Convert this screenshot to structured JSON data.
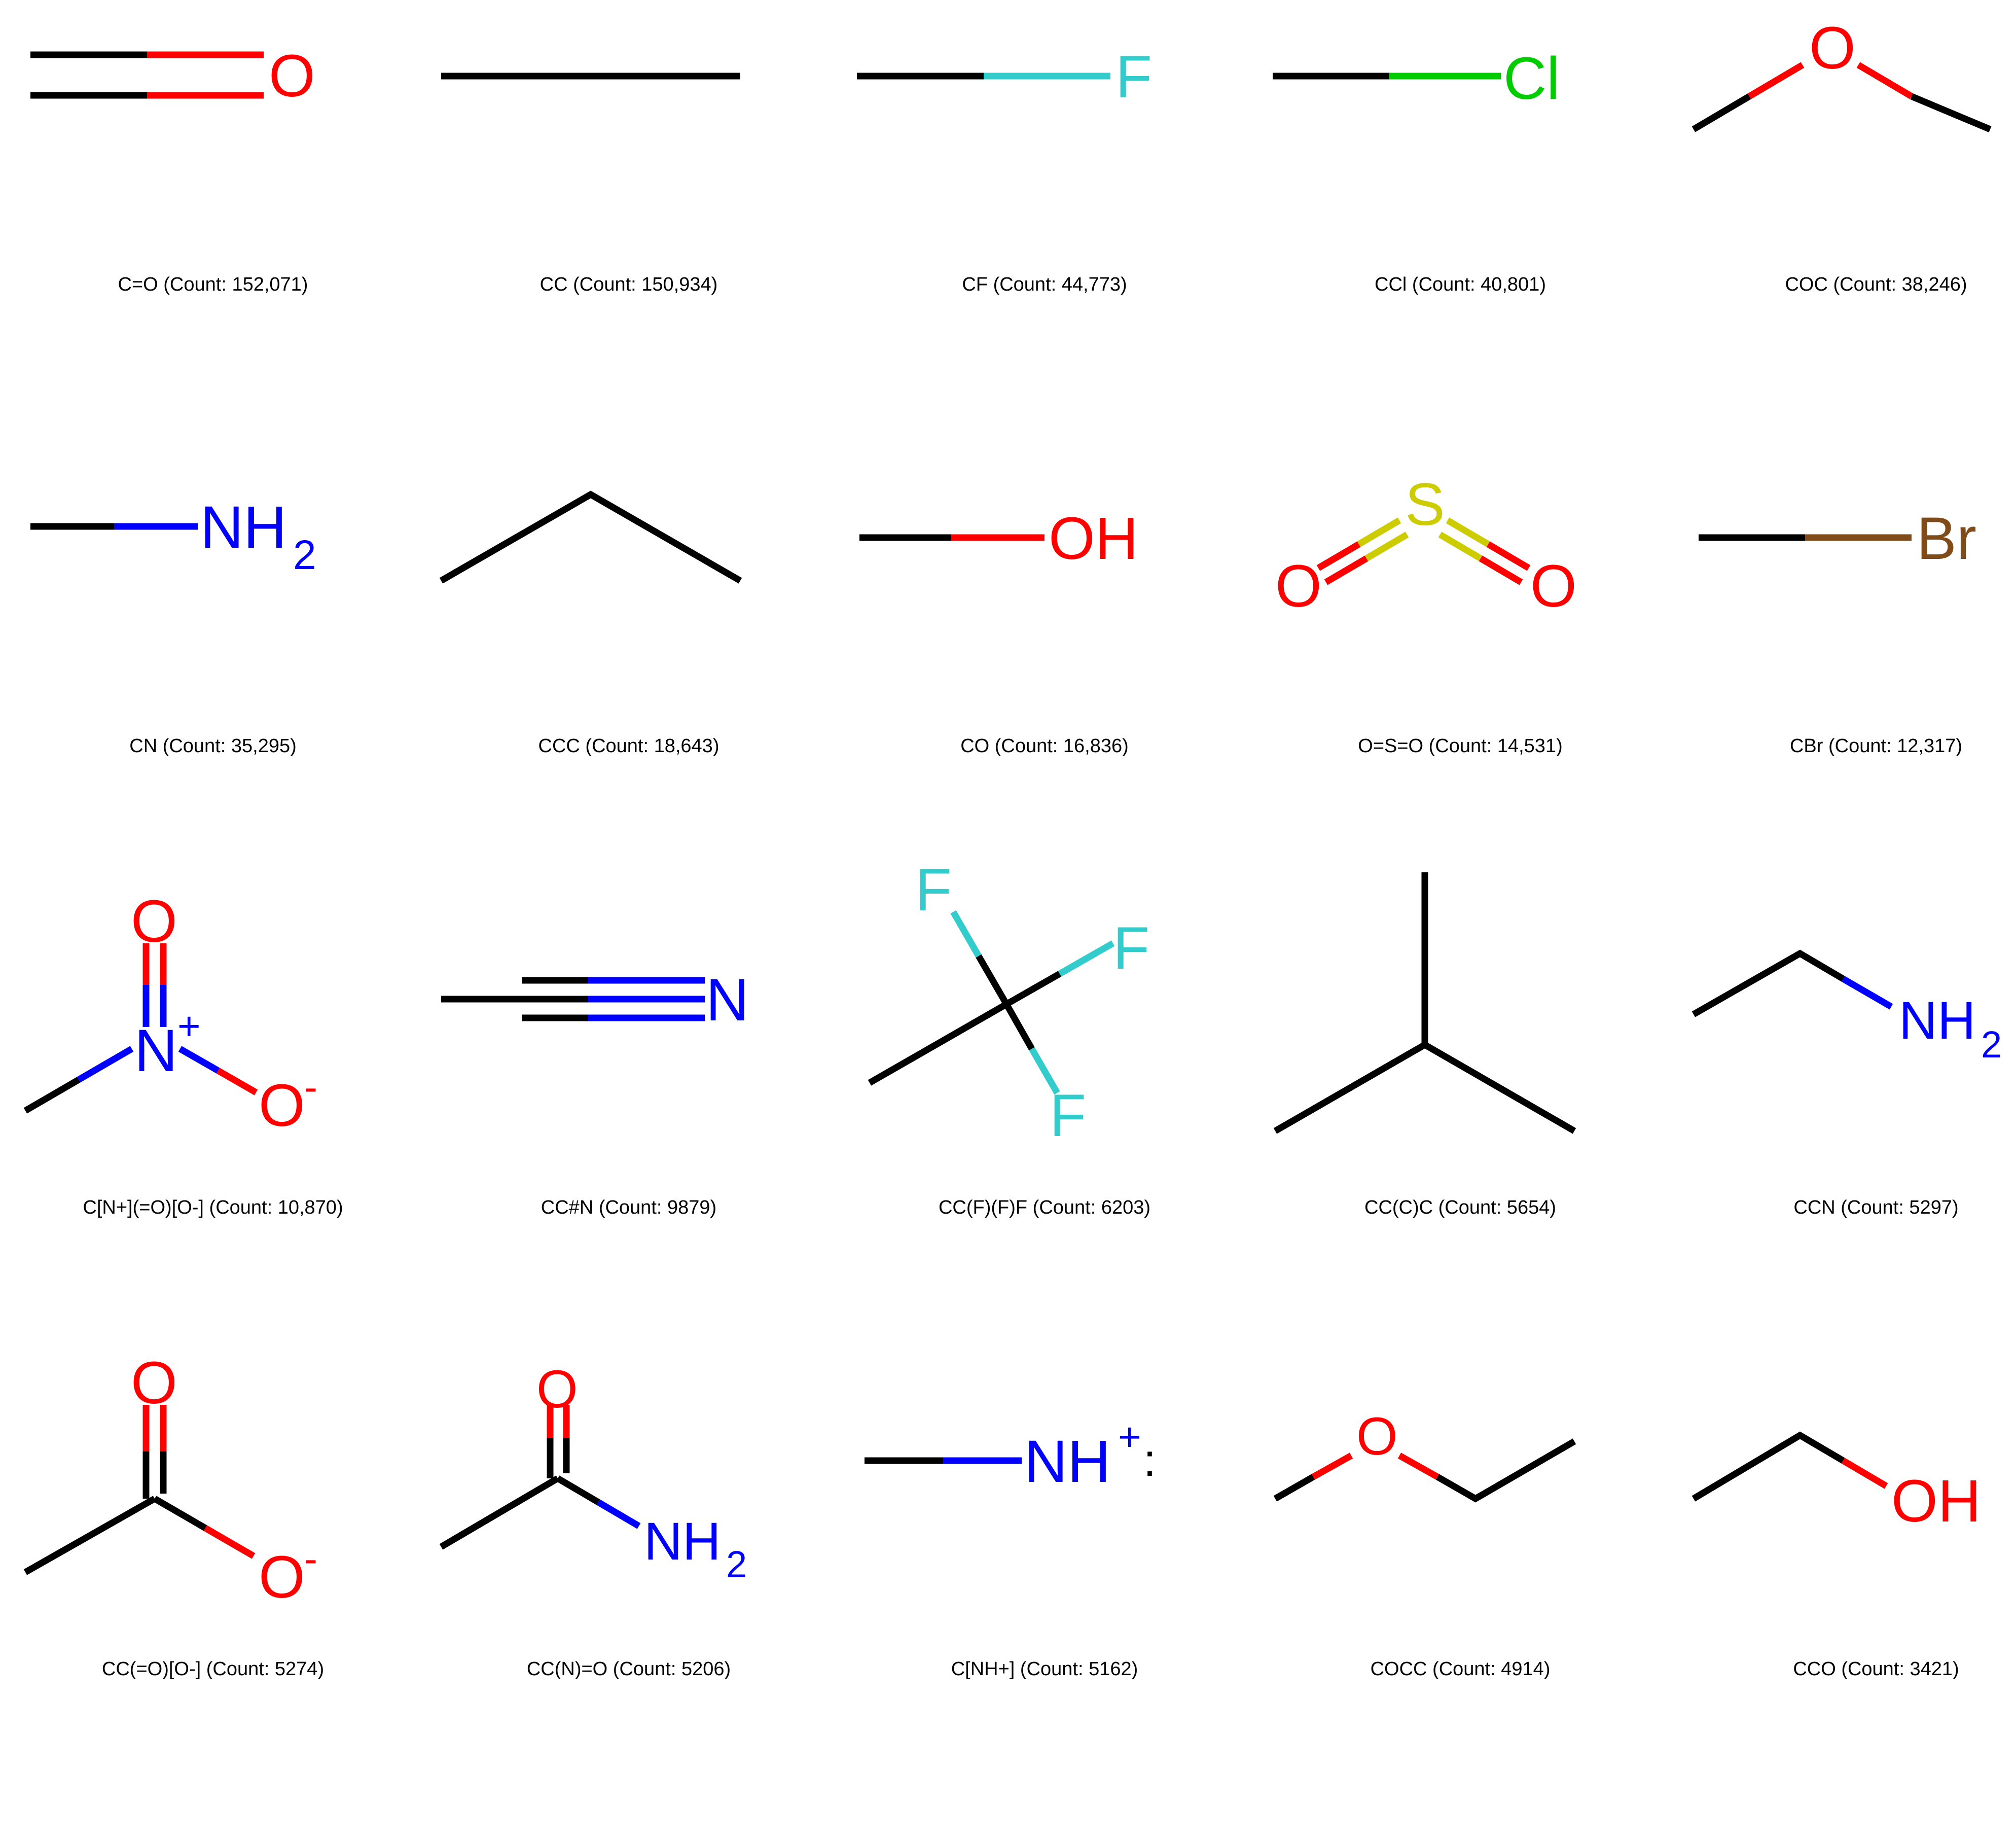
{
  "colors": {
    "carbon": "#000000",
    "oxygen": "#ff0000",
    "nitrogen": "#0000ff",
    "fluorine": "#33cccc",
    "chlorine": "#00cc00",
    "bromine": "#7f4c19",
    "sulfur": "#cccc00"
  },
  "fragments": [
    {
      "id": "co",
      "smiles": "C=O",
      "count": "152,071",
      "caption": "C=O (Count: 152,071)",
      "atoms": [
        "O"
      ]
    },
    {
      "id": "cc",
      "smiles": "CC",
      "count": "150,934",
      "caption": "CC (Count: 150,934)",
      "atoms": []
    },
    {
      "id": "cf",
      "smiles": "CF",
      "count": "44,773",
      "caption": "CF (Count: 44,773)",
      "atoms": [
        "F"
      ]
    },
    {
      "id": "ccl",
      "smiles": "CCl",
      "count": "40,801",
      "caption": "CCl (Count: 40,801)",
      "atoms": [
        "Cl"
      ]
    },
    {
      "id": "coc",
      "smiles": "COC",
      "count": "38,246",
      "caption": "COC (Count: 38,246)",
      "atoms": [
        "O"
      ]
    },
    {
      "id": "cn",
      "smiles": "CN",
      "count": "35,295",
      "caption": "CN (Count: 35,295)",
      "atoms": [
        "NH",
        "2"
      ]
    },
    {
      "id": "ccc",
      "smiles": "CCC",
      "count": "18,643",
      "caption": "CCC (Count: 18,643)",
      "atoms": []
    },
    {
      "id": "coh",
      "smiles": "CO",
      "count": "16,836",
      "caption": "CO (Count: 16,836)",
      "atoms": [
        "OH"
      ]
    },
    {
      "id": "oso",
      "smiles": "O=S=O",
      "count": "14,531",
      "caption": "O=S=O (Count: 14,531)",
      "atoms": [
        "S",
        "O",
        "O"
      ]
    },
    {
      "id": "cbr",
      "smiles": "CBr",
      "count": "12,317",
      "caption": "CBr (Count: 12,317)",
      "atoms": [
        "Br"
      ]
    },
    {
      "id": "nitro",
      "smiles": "C[N+](=O)[O-]",
      "count": "10,870",
      "caption": "C[N+](=O)[O-] (Count: 10,870)",
      "atoms": [
        "O",
        "N",
        "+",
        "O",
        "-"
      ]
    },
    {
      "id": "nitrile",
      "smiles": "CC#N",
      "count": "9879",
      "caption": "CC#N (Count: 9879)",
      "atoms": [
        "N"
      ]
    },
    {
      "id": "cf3",
      "smiles": "CC(F)(F)F",
      "count": "6203",
      "caption": "CC(F)(F)F (Count: 6203)",
      "atoms": [
        "F",
        "F",
        "F"
      ]
    },
    {
      "id": "isobutane",
      "smiles": "CC(C)C",
      "count": "5654",
      "caption": "CC(C)C (Count: 5654)",
      "atoms": []
    },
    {
      "id": "ccn",
      "smiles": "CCN",
      "count": "5297",
      "caption": "CCN (Count: 5297)",
      "atoms": [
        "NH",
        "2"
      ]
    },
    {
      "id": "acetate",
      "smiles": "CC(=O)[O-]",
      "count": "5274",
      "caption": "CC(=O)[O-] (Count: 5274)",
      "atoms": [
        "O",
        "O",
        "-"
      ]
    },
    {
      "id": "amide",
      "smiles": "CC(N)=O",
      "count": "5206",
      "caption": "CC(N)=O (Count: 5206)",
      "atoms": [
        "O",
        "NH",
        "2"
      ]
    },
    {
      "id": "cnh",
      "smiles": "C[NH+]",
      "count": "5162",
      "caption": "C[NH+] (Count: 5162)",
      "atoms": [
        "NH",
        "+",
        ":"
      ]
    },
    {
      "id": "cocc",
      "smiles": "COCC",
      "count": "4914",
      "caption": "COCC (Count: 4914)",
      "atoms": [
        "O"
      ]
    },
    {
      "id": "cco",
      "smiles": "CCO",
      "count": "3421",
      "caption": "CCO (Count: 3421)",
      "atoms": [
        "OH"
      ]
    }
  ]
}
